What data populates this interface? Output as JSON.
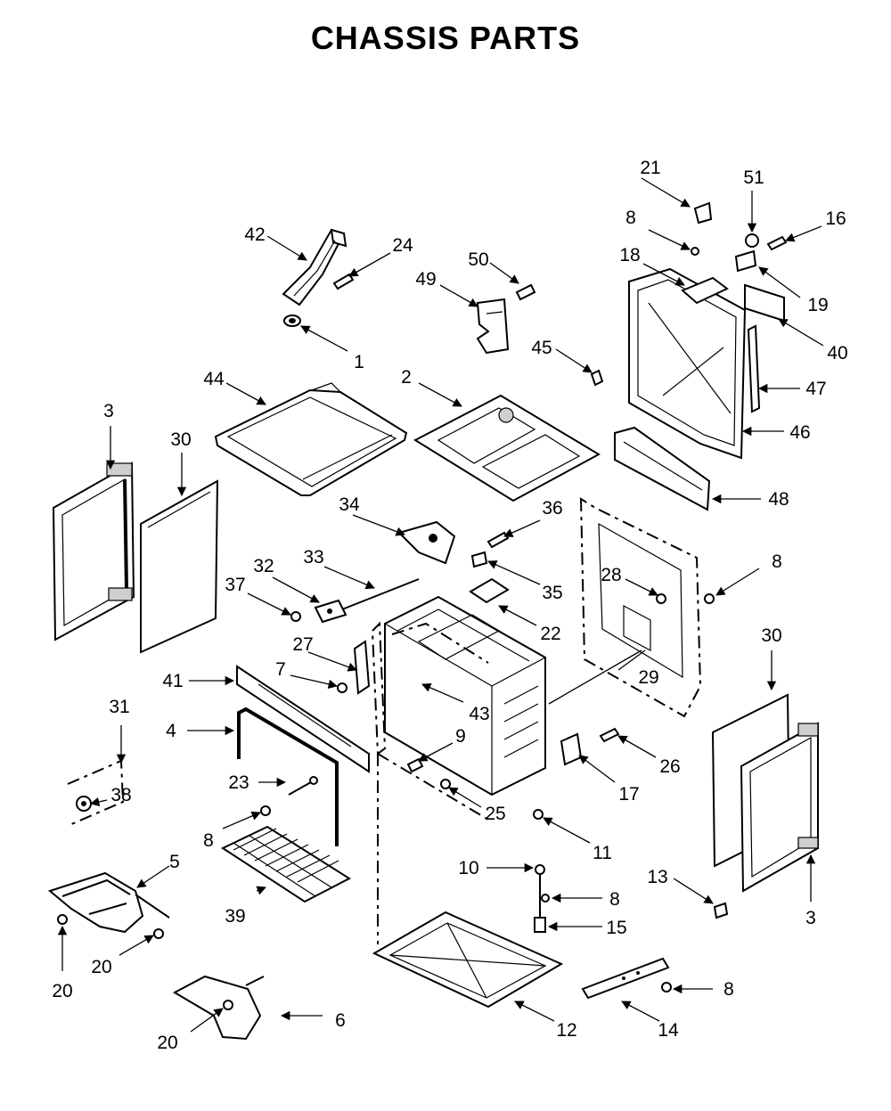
{
  "title": "CHASSIS PARTS",
  "callouts": [
    "1",
    "2",
    "3",
    "4",
    "5",
    "6",
    "7",
    "8",
    "9",
    "10",
    "11",
    "12",
    "13",
    "14",
    "15",
    "16",
    "17",
    "18",
    "19",
    "20",
    "21",
    "22",
    "23",
    "24",
    "25",
    "26",
    "27",
    "28",
    "29",
    "30",
    "31",
    "32",
    "33",
    "34",
    "35",
    "36",
    "37",
    "38",
    "39",
    "40",
    "41",
    "42",
    "43",
    "44",
    "45",
    "46",
    "47",
    "48",
    "49",
    "50",
    "51"
  ]
}
